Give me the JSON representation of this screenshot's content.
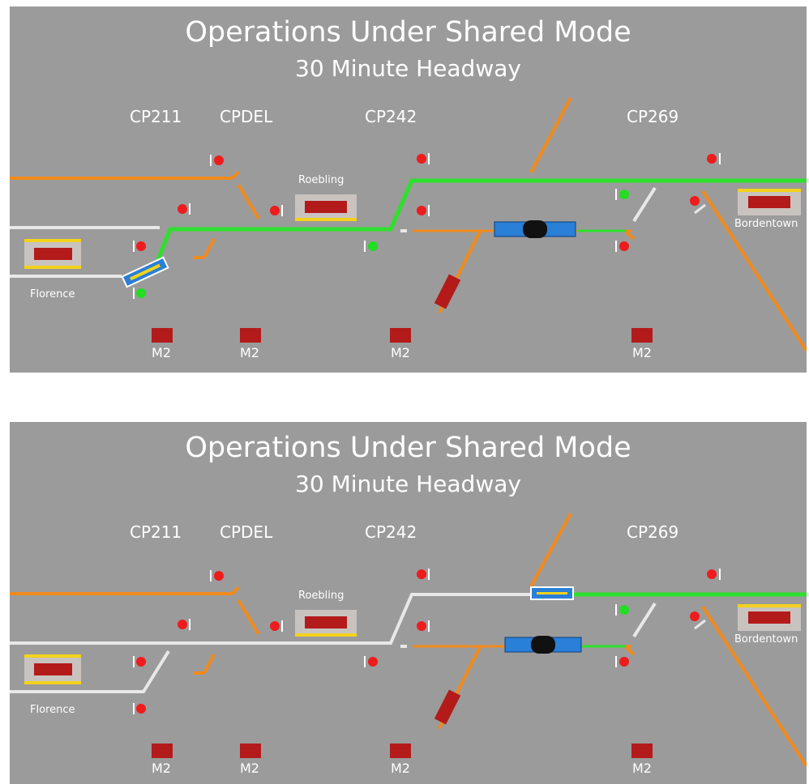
{
  "panels": [
    {
      "title": "Operations Under Shared Mode",
      "subtitle": "30 Minute Headway",
      "control_points": [
        "CP211",
        "CPDEL",
        "CP242",
        "CP269"
      ],
      "stations": [
        "Florence",
        "Roebling",
        "Bordentown"
      ],
      "maintenance_labels": [
        "M2",
        "M2",
        "M2",
        "M2"
      ]
    },
    {
      "title": "Operations Under Shared Mode",
      "subtitle": "30 Minute Headway",
      "control_points": [
        "CP211",
        "CPDEL",
        "CP242",
        "CP269"
      ],
      "stations": [
        "Florence",
        "Roebling",
        "Bordentown"
      ],
      "maintenance_labels": [
        "M2",
        "M2",
        "M2",
        "M2"
      ]
    }
  ],
  "colors": {
    "background": "#9b9b9b",
    "track_idle": "#e8e8e8",
    "track_freight": "#f08a1c",
    "track_clear": "#2ee02e",
    "signal_stop": "#ee1c1c",
    "signal_proceed": "#22dd22",
    "light_rail": "#2a7fd6",
    "station_platform": "#f3d21c",
    "maintenance_block": "#b31b1b"
  }
}
